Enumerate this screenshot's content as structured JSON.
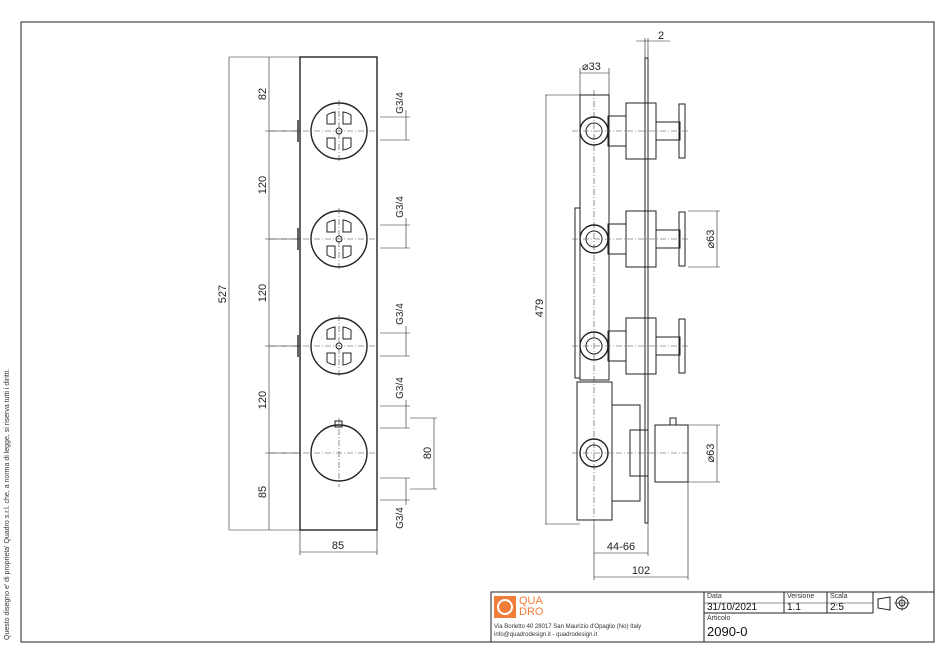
{
  "copyright_note": "Questo disegno e' di proprieta' Quadro s.r.l. che, a norma di legge, si riserva tutti i diritti.",
  "front_view": {
    "dims_vertical": [
      "82",
      "120",
      "120",
      "120",
      "85"
    ],
    "overall_height": "527",
    "width": "85",
    "connections": [
      "G3/4",
      "G3/4",
      "G3/4",
      "G3/4",
      "G3/4"
    ],
    "thermostat_spacing": "80"
  },
  "side_view": {
    "plate_thickness": "2",
    "body_diameter": "⌀33",
    "handle_diameter_1": "⌀63",
    "handle_diameter_2": "⌀63",
    "height": "479",
    "depth_range": "44-66",
    "total_depth": "102"
  },
  "title_block": {
    "logo_line1": "QUA",
    "logo_line2": "DRO",
    "address": "Via Borletto 40  28017 San Maurizio d'Opaglio (No) Italy",
    "contacts": "info@quadrodesign.it  -  quadrodesign.it",
    "date_label": "Data",
    "date_value": "31/10/2021",
    "version_label": "Versione",
    "version_value": "1.1",
    "scale_label": "Scala",
    "scale_value": "2:5",
    "article_label": "Articolo",
    "article_value": "2090-0",
    "projection_icon": "first-angle-projection-icon"
  },
  "colors": {
    "brand": "#f07d3a",
    "line": "#222222"
  }
}
